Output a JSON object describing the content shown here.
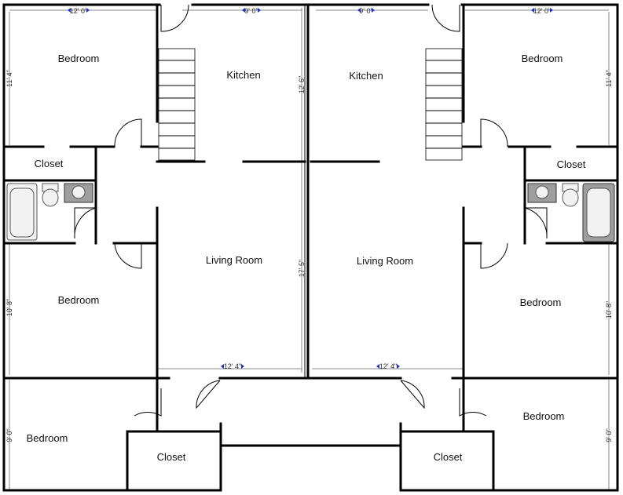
{
  "rooms": {
    "bedroom_top_left": "Bedroom",
    "kitchen_left": "Kitchen",
    "kitchen_right": "Kitchen",
    "bedroom_top_right": "Bedroom",
    "closet_left": "Closet",
    "closet_right": "Closet",
    "living_left": "Living Room",
    "living_right": "Living Room",
    "bedroom_mid_left": "Bedroom",
    "bedroom_mid_right": "Bedroom",
    "bedroom_bottom_left": "Bedroom",
    "bedroom_bottom_right": "Bedroom",
    "closet_bottom_left": "Closet",
    "closet_bottom_right": "Closet"
  },
  "dimensions": {
    "top_left_width": "12' 0\"",
    "kitchen_left_width": "9' 0\"",
    "kitchen_right_width": "9' 0\"",
    "top_right_width": "12' 0\"",
    "bedroom_top_left_height": "11' 4\"",
    "bedroom_top_right_height": "11' 4\"",
    "kitchen_height": "12' 6\"",
    "living_height": "17' 5\"",
    "bedroom_mid_left_height": "10' 8\"",
    "bedroom_mid_right_height": "10' 8\"",
    "living_left_width": "12' 4\"",
    "living_right_width": "12' 4\"",
    "bedroom_bottom_left_height": "9' 0\"",
    "bedroom_bottom_right_height": "9' 0\""
  }
}
